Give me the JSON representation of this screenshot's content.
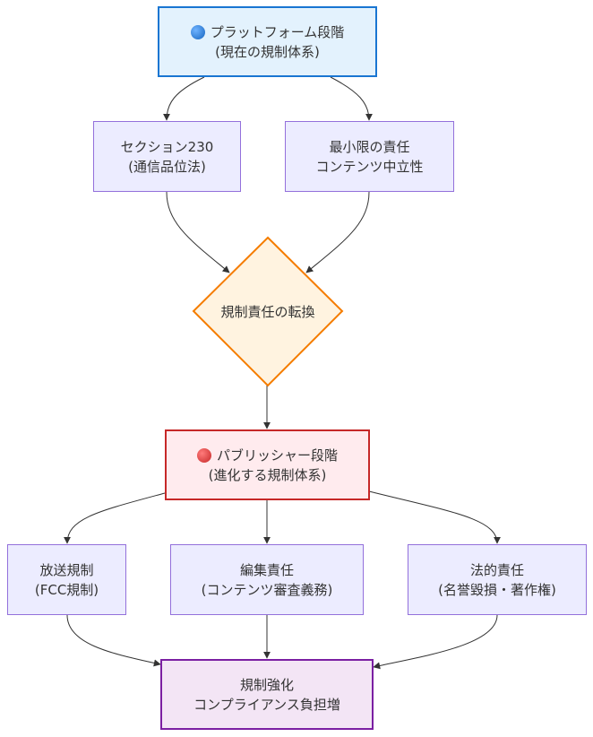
{
  "nodes": {
    "platform": {
      "icon": "blue-circle-icon",
      "line1": "プラットフォーム段階",
      "line2": "(現在の規制体系)"
    },
    "section230": {
      "line1": "セクション230",
      "line2": "(通信品位法)"
    },
    "minimal": {
      "line1": "最小限の責任",
      "line2": "コンテンツ中立性"
    },
    "shift": {
      "line1": "規制責任の転換"
    },
    "publisher": {
      "icon": "red-circle-icon",
      "line1": "パブリッシャー段階",
      "line2": "(進化する規制体系)"
    },
    "broadcast": {
      "line1": "放送規制",
      "line2": "(FCC規制)"
    },
    "editorial": {
      "line1": "編集責任",
      "line2": "(コンテンツ審査義務)"
    },
    "legal": {
      "line1": "法的責任",
      "line2": "(名誉毀損・著作権)"
    },
    "strengthen": {
      "line1": "規制強化",
      "line2": "コンプライアンス負担増"
    }
  },
  "colors": {
    "edge": "#333333",
    "diamond_fill": "#fff3e0",
    "diamond_stroke": "#f57c00"
  }
}
